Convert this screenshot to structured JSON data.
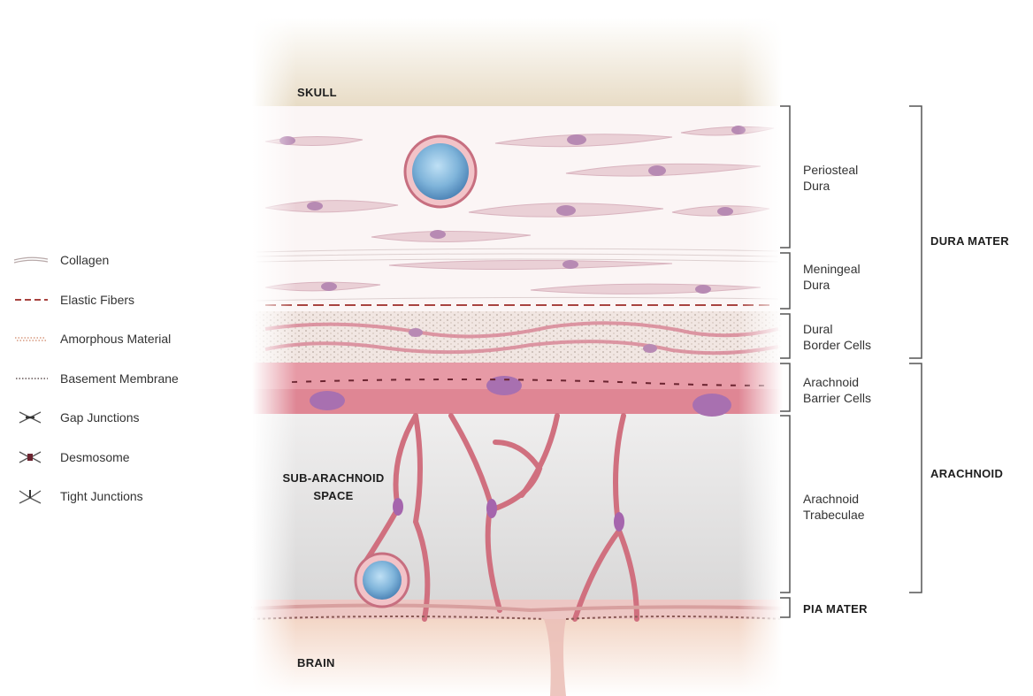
{
  "legend": {
    "items": [
      {
        "label": "Collagen",
        "icon": "collagen-icon"
      },
      {
        "label": "Elastic Fibers",
        "icon": "elastic-fibers-icon"
      },
      {
        "label": "Amorphous Material",
        "icon": "amorphous-material-icon"
      },
      {
        "label": "Basement Membrane",
        "icon": "basement-membrane-icon"
      },
      {
        "label": "Gap Junctions",
        "icon": "gap-junctions-icon"
      },
      {
        "label": "Desmosome",
        "icon": "desmosome-icon"
      },
      {
        "label": "Tight Junctions",
        "icon": "tight-junctions-icon"
      }
    ]
  },
  "region_labels": {
    "skull": "SKULL",
    "subarachnoid_line1": "SUB-ARACHNOID",
    "subarachnoid_line2": "SPACE",
    "brain": "BRAIN"
  },
  "layers": [
    {
      "line1": "Periosteal",
      "line2": "Dura"
    },
    {
      "line1": "Meningeal",
      "line2": "Dura"
    },
    {
      "line1": "Dural",
      "line2": "Border Cells"
    },
    {
      "line1": "Arachnoid",
      "line2": "Barrier Cells"
    },
    {
      "line1": "Arachnoid",
      "line2": "Trabeculae"
    },
    {
      "line1": "PIA MATER"
    }
  ],
  "groups": {
    "dura_mater": "DURA MATER",
    "arachnoid": "ARACHNOID"
  },
  "colors": {
    "skull": "#efe6d6",
    "dura": "#f7eeee",
    "cell": "#e8c9d0",
    "nucleus": "#b889b3",
    "barrier": "#e69aa5",
    "trabeculae": "#d0707f",
    "vessel": "#7fb4da",
    "brain": "#f6e2d6",
    "bracket": "#555555"
  }
}
